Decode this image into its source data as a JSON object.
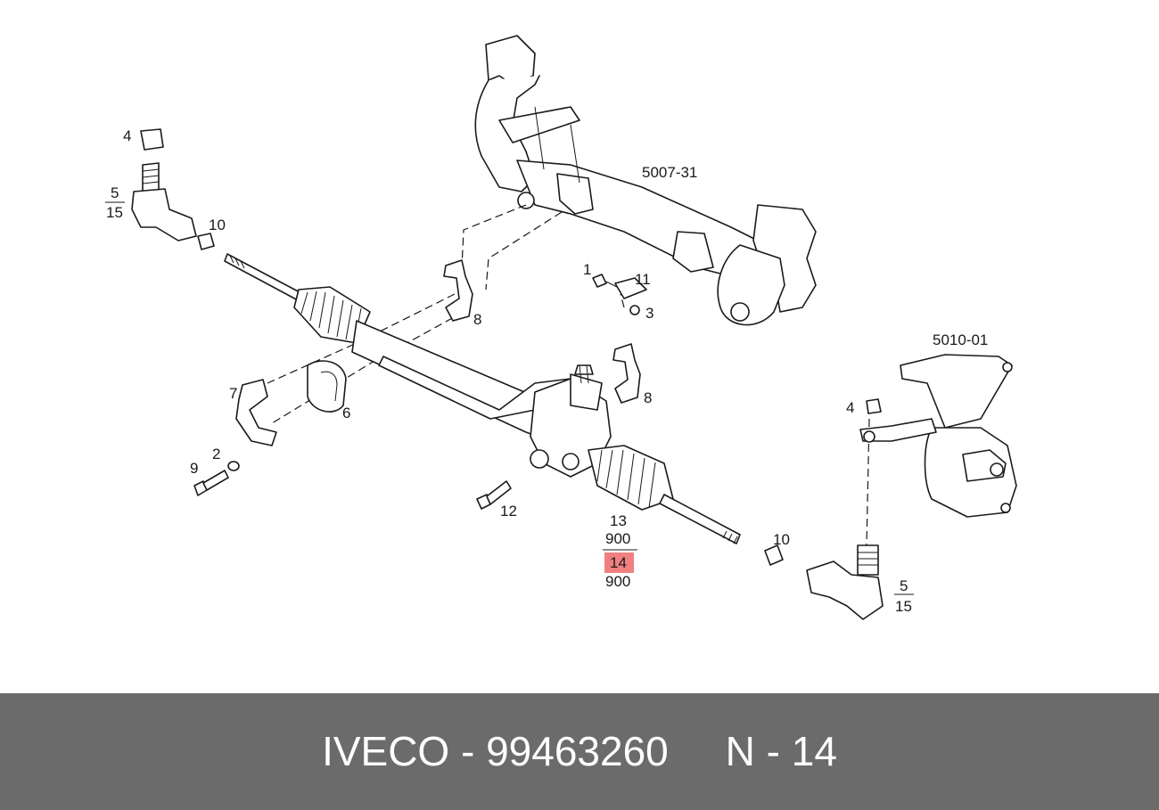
{
  "diagram": {
    "callouts": {
      "c4_top": "4",
      "c5_top": "5",
      "c15_top": "15",
      "c10_top": "10",
      "c5007": "5007-31",
      "c1": "1",
      "c11": "11",
      "c3": "3",
      "c8_top": "8",
      "c7": "7",
      "c6": "6",
      "c8_mid": "8",
      "c2": "2",
      "c9": "9",
      "c12": "12",
      "c13": "13",
      "c900a": "900",
      "c14": "14",
      "c900b": "900",
      "c10_bot": "10",
      "c5_bot": "5",
      "c15_bot": "15",
      "c5010": "5010-01",
      "c4_right": "4"
    },
    "highlight_color": "#f08080"
  },
  "footer": {
    "text": "IVECO - 99463260     N - 14",
    "background": "#6b6b6b",
    "color": "#ffffff"
  }
}
